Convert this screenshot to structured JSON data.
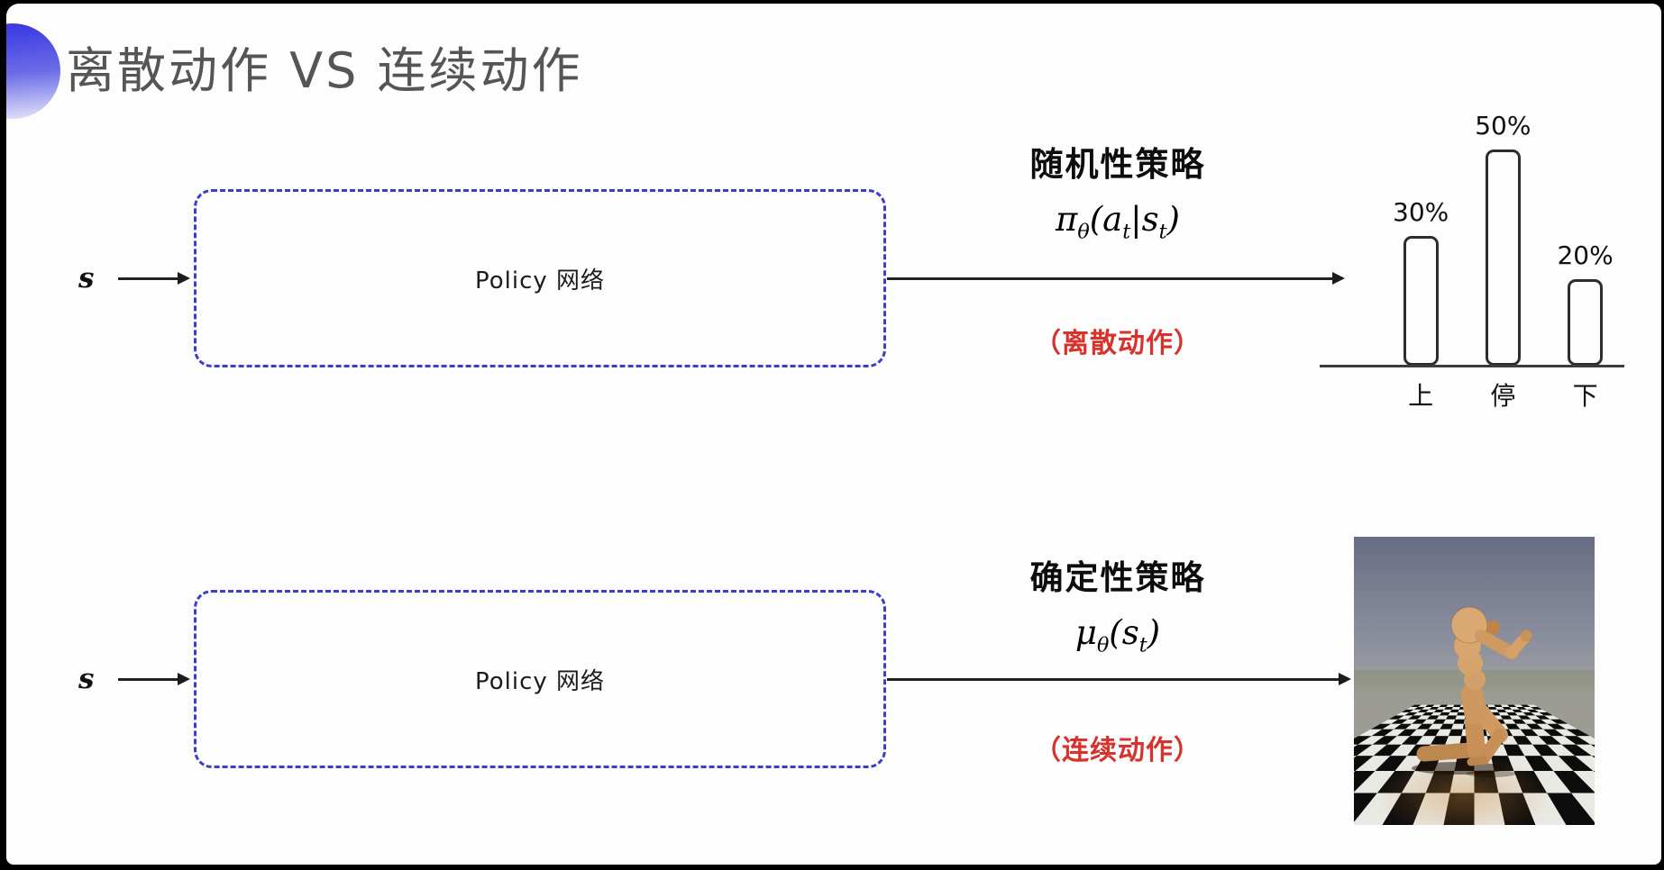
{
  "slide": {
    "title": "离散动作 VS 连续动作"
  },
  "flows": {
    "stochastic": {
      "input_label": "s",
      "box_label": "Policy 网络",
      "policy_name": "随机性策略",
      "formula": "π_θ(a_t|s_t)",
      "caption": "（离散动作）"
    },
    "deterministic": {
      "input_label": "s",
      "box_label": "Policy 网络",
      "policy_name": "确定性策略",
      "formula": "μ_θ(s_t)",
      "caption": "（连续动作）"
    }
  },
  "chart_data": {
    "type": "bar",
    "categories": [
      "上",
      "停",
      "下"
    ],
    "values": [
      30,
      50,
      20
    ],
    "value_labels": [
      "30%",
      "50%",
      "20%"
    ],
    "ylim": [
      0,
      55
    ],
    "grid": false,
    "legend": false
  },
  "robot_panel": {
    "icon": "mujoco-humanoid-simulation-image"
  },
  "colors": {
    "accent_blue": "#3c3cce",
    "caption_red": "#d8322c",
    "title_gray": "#555555",
    "arrow_black": "#1c1c1c"
  }
}
